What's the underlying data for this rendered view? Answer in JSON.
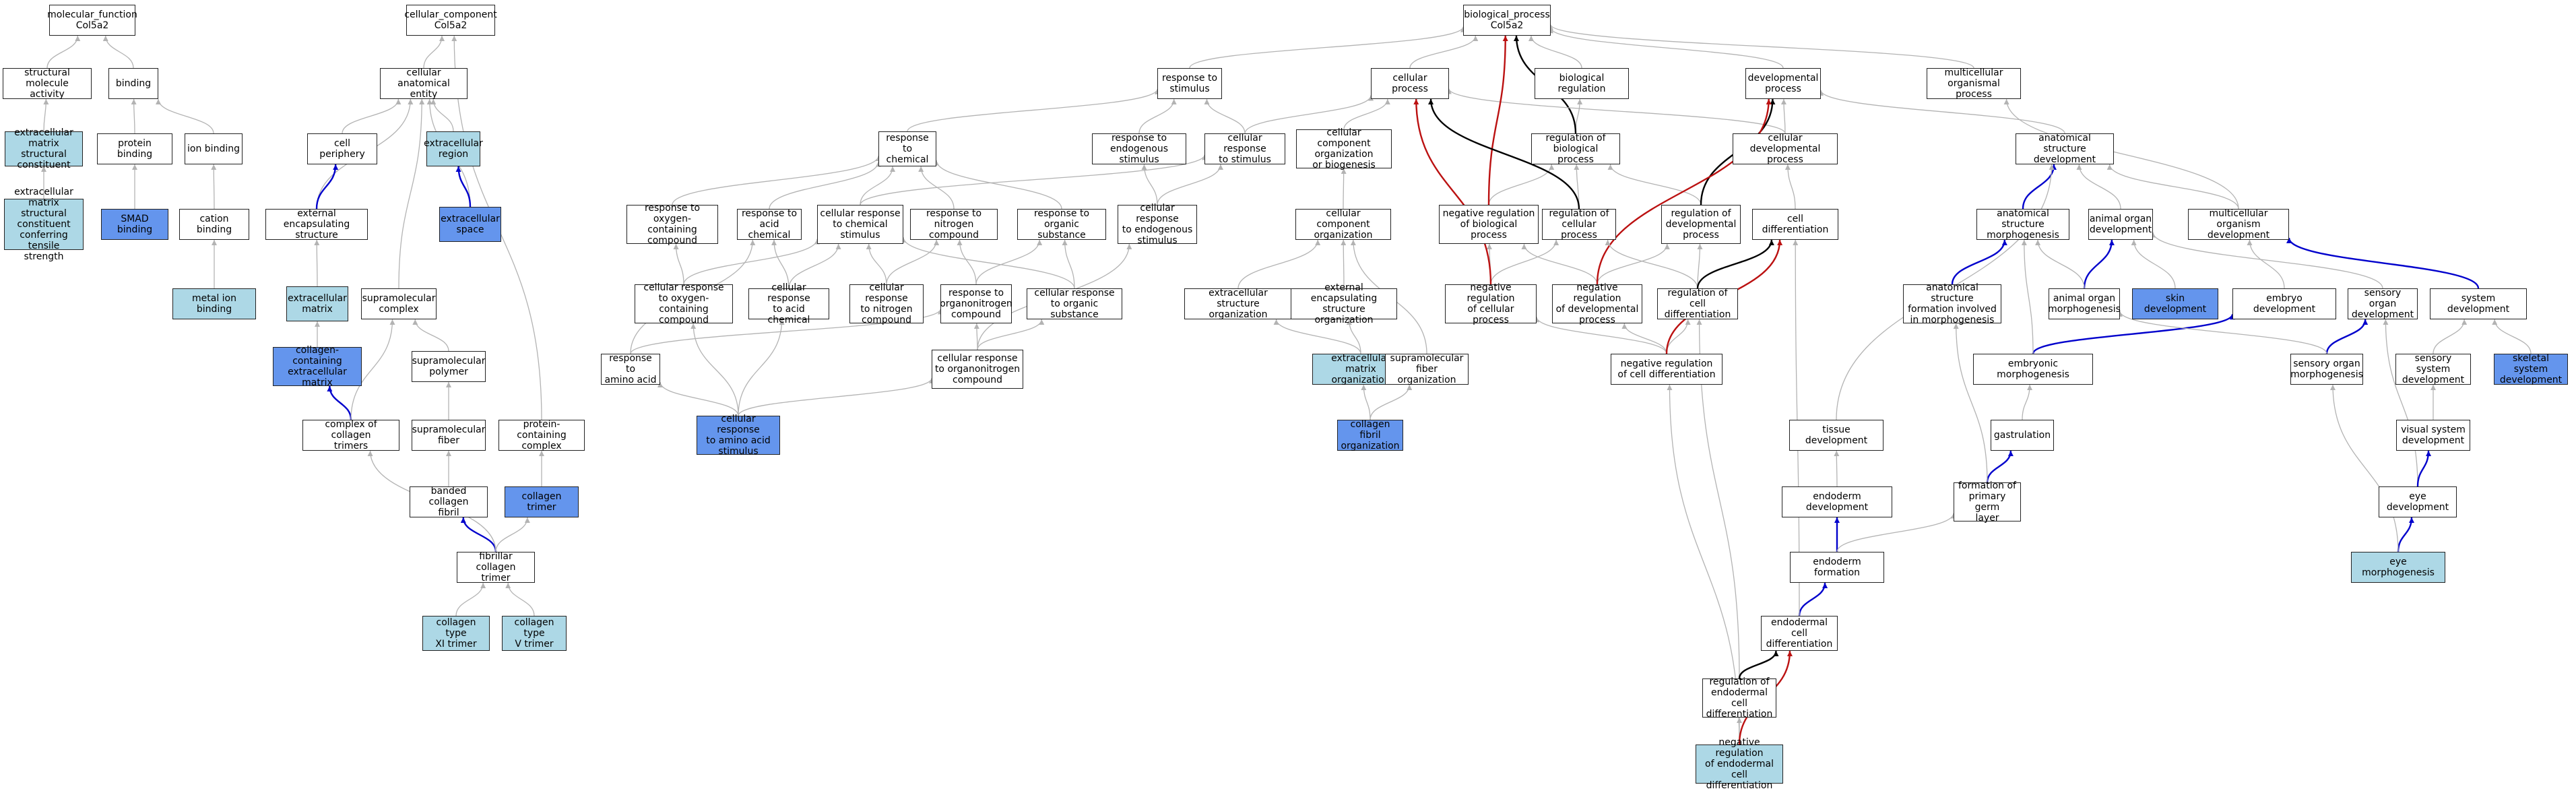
{
  "graph_title": "",
  "colors": {
    "background": "#ffffff",
    "node_border": "#222222",
    "node_default": "#ffffff",
    "node_light": "#add8e6",
    "node_blue": "#6495ed",
    "edge_is_a": "#b3b3b3",
    "edge_part_of": "#0000cc",
    "edge_regulates": "#000000",
    "edge_negatively_regulates": "#bb1111"
  },
  "nodes": [
    {
      "id": "mf",
      "label": "molecular_function\nCol5a2",
      "style": "default"
    },
    {
      "id": "smact",
      "label": "structural molecule\nactivity",
      "style": "default"
    },
    {
      "id": "binding",
      "label": "binding",
      "style": "default"
    },
    {
      "id": "ecmsc",
      "label": "extracellular\nmatrix structural\nconstituent",
      "style": "light"
    },
    {
      "id": "protbind",
      "label": "protein binding",
      "style": "default"
    },
    {
      "id": "ionbind",
      "label": "ion binding",
      "style": "default"
    },
    {
      "id": "ecmscts",
      "label": "extracellular\nmatrix structural\nconstituent\nconferring tensile\nstrength",
      "style": "light"
    },
    {
      "id": "smad",
      "label": "SMAD binding",
      "style": "blue"
    },
    {
      "id": "cationbind",
      "label": "cation binding",
      "style": "default"
    },
    {
      "id": "metalbind",
      "label": "metal ion binding",
      "style": "light"
    },
    {
      "id": "cc",
      "label": "cellular_component\nCol5a2",
      "style": "default"
    },
    {
      "id": "cae",
      "label": "cellular anatomical\nentity",
      "style": "default"
    },
    {
      "id": "cellperiph",
      "label": "cell periphery",
      "style": "default"
    },
    {
      "id": "ecregion",
      "label": "extracellular\nregion",
      "style": "light"
    },
    {
      "id": "ecstruct",
      "label": "external encapsulating\nstructure",
      "style": "default"
    },
    {
      "id": "ecspace",
      "label": "extracellular\nspace",
      "style": "blue"
    },
    {
      "id": "supracomplex",
      "label": "supramolecular\ncomplex",
      "style": "default"
    },
    {
      "id": "ecmatrix",
      "label": "extracellular\nmatrix",
      "style": "light"
    },
    {
      "id": "colcontecm",
      "label": "collagen-containing\nextracellular\nmatrix",
      "style": "blue"
    },
    {
      "id": "suprapoly",
      "label": "supramolecular\npolymer",
      "style": "default"
    },
    {
      "id": "colltrimerscx",
      "label": "complex of collagen\ntrimers",
      "style": "default"
    },
    {
      "id": "suprafiber",
      "label": "supramolecular\nfiber",
      "style": "default"
    },
    {
      "id": "protcomplex",
      "label": "protein-containing\ncomplex",
      "style": "default"
    },
    {
      "id": "bandedcf",
      "label": "banded collagen\nfibril",
      "style": "default"
    },
    {
      "id": "colltrimer",
      "label": "collagen trimer",
      "style": "blue"
    },
    {
      "id": "fibcolltrimer",
      "label": "fibrillar collagen\ntrimer",
      "style": "default"
    },
    {
      "id": "col11",
      "label": "collagen type\nXI trimer",
      "style": "light"
    },
    {
      "id": "col5",
      "label": "collagen type\nV trimer",
      "style": "light"
    },
    {
      "id": "bp",
      "label": "biological_process\nCol5a2",
      "style": "default"
    },
    {
      "id": "resstim",
      "label": "response to\nstimulus",
      "style": "default"
    },
    {
      "id": "cellproc",
      "label": "cellular process",
      "style": "default"
    },
    {
      "id": "bioreg",
      "label": "biological regulation",
      "style": "default"
    },
    {
      "id": "devproc",
      "label": "developmental\nprocess",
      "style": "default"
    },
    {
      "id": "multiproc",
      "label": "multicellular\norganismal process",
      "style": "default"
    },
    {
      "id": "reschem",
      "label": "response to\nchemical",
      "style": "default"
    },
    {
      "id": "resendo",
      "label": "response to\nendogenous stimulus",
      "style": "default"
    },
    {
      "id": "cellresstim",
      "label": "cellular response\nto stimulus",
      "style": "default"
    },
    {
      "id": "ccob",
      "label": "cellular component\norganization\nor biogenesis",
      "style": "default"
    },
    {
      "id": "regbio",
      "label": "regulation of\nbiological process",
      "style": "default"
    },
    {
      "id": "celldevproc",
      "label": "cellular developmental\nprocess",
      "style": "default"
    },
    {
      "id": "asdev",
      "label": "anatomical structure\ndevelopment",
      "style": "default"
    },
    {
      "id": "resoxy",
      "label": "response to\noxygen-containing\ncompound",
      "style": "default"
    },
    {
      "id": "resacid",
      "label": "response to\nacid chemical",
      "style": "default"
    },
    {
      "id": "cellreschem",
      "label": "cellular response\nto chemical\nstimulus",
      "style": "default"
    },
    {
      "id": "resnitro",
      "label": "response to\nnitrogen compound",
      "style": "default"
    },
    {
      "id": "resorg",
      "label": "response to\norganic substance",
      "style": "default"
    },
    {
      "id": "cellresendo",
      "label": "cellular response\nto endogenous\nstimulus",
      "style": "default"
    },
    {
      "id": "cco",
      "label": "cellular component\norganization",
      "style": "default"
    },
    {
      "id": "negregbio",
      "label": "negative regulation\nof biological\nprocess",
      "style": "default"
    },
    {
      "id": "regcell",
      "label": "regulation of\ncellular process",
      "style": "default"
    },
    {
      "id": "regdev",
      "label": "regulation of\ndevelopmental\nprocess",
      "style": "default"
    },
    {
      "id": "celldiff",
      "label": "cell differentiation",
      "style": "default"
    },
    {
      "id": "asmorph",
      "label": "anatomical structure\nmorphogenesis",
      "style": "default"
    },
    {
      "id": "aodev",
      "label": "animal organ\ndevelopment",
      "style": "default"
    },
    {
      "id": "multidev",
      "label": "multicellular\norganism development",
      "style": "default"
    },
    {
      "id": "cellresoxy",
      "label": "cellular response\nto oxygen-containing\ncompound",
      "style": "default"
    },
    {
      "id": "cellresacid",
      "label": "cellular response\nto acid chemical",
      "style": "default"
    },
    {
      "id": "cellresnitro",
      "label": "cellular response\nto nitrogen\ncompound",
      "style": "default"
    },
    {
      "id": "resorgnitro",
      "label": "response to\norganonitrogen\ncompound",
      "style": "default"
    },
    {
      "id": "cellresorg",
      "label": "cellular response\nto organic substance",
      "style": "default"
    },
    {
      "id": "ecso",
      "label": "extracellular\nstructure organization",
      "style": "default"
    },
    {
      "id": "eeso",
      "label": "external encapsulating\nstructure organization",
      "style": "default"
    },
    {
      "id": "negregcell",
      "label": "negative regulation\nof cellular\nprocess",
      "style": "default"
    },
    {
      "id": "negregdev",
      "label": "negative regulation\nof developmental\nprocess",
      "style": "default"
    },
    {
      "id": "regcelldiff",
      "label": "regulation of\ncell differentiation",
      "style": "default"
    },
    {
      "id": "asfim",
      "label": "anatomical structure\nformation involved\nin morphogenesis",
      "style": "default"
    },
    {
      "id": "aomorph",
      "label": "animal organ\nmorphogenesis",
      "style": "default"
    },
    {
      "id": "skindev",
      "label": "skin development",
      "style": "blue"
    },
    {
      "id": "embdev",
      "label": "embryo development",
      "style": "default"
    },
    {
      "id": "sodev",
      "label": "sensory organ\ndevelopment",
      "style": "default"
    },
    {
      "id": "sysdev",
      "label": "system development",
      "style": "default"
    },
    {
      "id": "resamino",
      "label": "response to\namino acid",
      "style": "default"
    },
    {
      "id": "cellresorgnitro",
      "label": "cellular response\nto organonitrogen\ncompound",
      "style": "default"
    },
    {
      "id": "ecmorg",
      "label": "extracellular\nmatrix organization",
      "style": "light"
    },
    {
      "id": "suprafibor",
      "label": "supramolecular\nfiber organization",
      "style": "default"
    },
    {
      "id": "negregcelldiff",
      "label": "negative regulation\nof cell differentiation",
      "style": "default"
    },
    {
      "id": "embmorph",
      "label": "embryonic morphogenesis",
      "style": "default"
    },
    {
      "id": "somorph",
      "label": "sensory organ\nmorphogenesis",
      "style": "default"
    },
    {
      "id": "sensysdev",
      "label": "sensory system\ndevelopment",
      "style": "default"
    },
    {
      "id": "skeldev",
      "label": "skeletal system\ndevelopment",
      "style": "blue"
    },
    {
      "id": "cellresamino",
      "label": "cellular response\nto amino acid\nstimulus",
      "style": "blue"
    },
    {
      "id": "collfibor",
      "label": "collagen fibril\norganization",
      "style": "blue"
    },
    {
      "id": "tissuedev",
      "label": "tissue development",
      "style": "default"
    },
    {
      "id": "gastrulation",
      "label": "gastrulation",
      "style": "default"
    },
    {
      "id": "vissysdev",
      "label": "visual system\ndevelopment",
      "style": "default"
    },
    {
      "id": "endodev",
      "label": "endoderm development",
      "style": "default"
    },
    {
      "id": "fpgl",
      "label": "formation of\nprimary germ\nlayer",
      "style": "default"
    },
    {
      "id": "eyedev",
      "label": "eye development",
      "style": "default"
    },
    {
      "id": "endoform",
      "label": "endoderm formation",
      "style": "default"
    },
    {
      "id": "eyemorph",
      "label": "eye morphogenesis",
      "style": "light"
    },
    {
      "id": "endocelldiff",
      "label": "endodermal cell\ndifferentiation",
      "style": "default"
    },
    {
      "id": "regendo",
      "label": "regulation of\nendodermal cell\ndifferentiation",
      "style": "default"
    },
    {
      "id": "negregendo",
      "label": "negative regulation\nof endodermal\ncell differentiation",
      "style": "light"
    }
  ],
  "edges": [
    [
      "smact",
      "mf",
      "is_a"
    ],
    [
      "binding",
      "mf",
      "is_a"
    ],
    [
      "ecmsc",
      "smact",
      "is_a"
    ],
    [
      "protbind",
      "binding",
      "is_a"
    ],
    [
      "ionbind",
      "binding",
      "is_a"
    ],
    [
      "ecmscts",
      "ecmsc",
      "is_a"
    ],
    [
      "smad",
      "protbind",
      "is_a"
    ],
    [
      "cationbind",
      "ionbind",
      "is_a"
    ],
    [
      "metalbind",
      "cationbind",
      "is_a"
    ],
    [
      "cae",
      "cc",
      "is_a"
    ],
    [
      "protcomplex",
      "cc",
      "is_a"
    ],
    [
      "cellperiph",
      "cae",
      "is_a"
    ],
    [
      "ecregion",
      "cae",
      "is_a"
    ],
    [
      "ecstruct",
      "cae",
      "is_a"
    ],
    [
      "ecspace",
      "cae",
      "is_a"
    ],
    [
      "supracomplex",
      "cae",
      "is_a"
    ],
    [
      "ecstruct",
      "cellperiph",
      "part_of"
    ],
    [
      "ecspace",
      "ecregion",
      "part_of"
    ],
    [
      "ecmatrix",
      "ecstruct",
      "is_a"
    ],
    [
      "colcontecm",
      "ecmatrix",
      "is_a"
    ],
    [
      "colltrimerscx",
      "colcontecm",
      "part_of"
    ],
    [
      "colltrimerscx",
      "supracomplex",
      "is_a"
    ],
    [
      "suprapoly",
      "supracomplex",
      "is_a"
    ],
    [
      "suprafiber",
      "suprapoly",
      "is_a"
    ],
    [
      "bandedcf",
      "suprafiber",
      "is_a"
    ],
    [
      "colltrimer",
      "protcomplex",
      "is_a"
    ],
    [
      "fibcolltrimer",
      "bandedcf",
      "part_of"
    ],
    [
      "fibcolltrimer",
      "colltrimerscx",
      "is_a"
    ],
    [
      "fibcolltrimer",
      "colltrimer",
      "is_a"
    ],
    [
      "col11",
      "fibcolltrimer",
      "is_a"
    ],
    [
      "col5",
      "fibcolltrimer",
      "is_a"
    ],
    [
      "resstim",
      "bp",
      "is_a"
    ],
    [
      "cellproc",
      "bp",
      "is_a"
    ],
    [
      "bioreg",
      "bp",
      "is_a"
    ],
    [
      "devproc",
      "bp",
      "is_a"
    ],
    [
      "multiproc",
      "bp",
      "is_a"
    ],
    [
      "reschem",
      "resstim",
      "is_a"
    ],
    [
      "resendo",
      "resstim",
      "is_a"
    ],
    [
      "cellresstim",
      "resstim",
      "is_a"
    ],
    [
      "cellresstim",
      "cellproc",
      "is_a"
    ],
    [
      "ccob",
      "cellproc",
      "is_a"
    ],
    [
      "regbio",
      "bioreg",
      "is_a"
    ],
    [
      "regbio",
      "bp",
      "regulates"
    ],
    [
      "celldevproc",
      "devproc",
      "is_a"
    ],
    [
      "celldevproc",
      "cellproc",
      "is_a"
    ],
    [
      "asdev",
      "devproc",
      "is_a"
    ],
    [
      "resoxy",
      "reschem",
      "is_a"
    ],
    [
      "resacid",
      "reschem",
      "is_a"
    ],
    [
      "cellreschem",
      "reschem",
      "is_a"
    ],
    [
      "cellreschem",
      "cellresstim",
      "is_a"
    ],
    [
      "resnitro",
      "reschem",
      "is_a"
    ],
    [
      "resorg",
      "reschem",
      "is_a"
    ],
    [
      "cellresendo",
      "resendo",
      "is_a"
    ],
    [
      "cellresendo",
      "cellresstim",
      "is_a"
    ],
    [
      "cco",
      "ccob",
      "is_a"
    ],
    [
      "negregbio",
      "regbio",
      "is_a"
    ],
    [
      "negregbio",
      "bp",
      "negatively_regulates"
    ],
    [
      "regcell",
      "regbio",
      "is_a"
    ],
    [
      "regcell",
      "cellproc",
      "regulates"
    ],
    [
      "regdev",
      "regbio",
      "is_a"
    ],
    [
      "regdev",
      "devproc",
      "regulates"
    ],
    [
      "celldiff",
      "celldevproc",
      "is_a"
    ],
    [
      "asmorph",
      "asdev",
      "part_of"
    ],
    [
      "aodev",
      "asdev",
      "is_a"
    ],
    [
      "multidev",
      "asdev",
      "is_a"
    ],
    [
      "multidev",
      "multiproc",
      "is_a"
    ],
    [
      "cellresoxy",
      "resoxy",
      "is_a"
    ],
    [
      "cellresoxy",
      "cellreschem",
      "is_a"
    ],
    [
      "cellresacid",
      "resacid",
      "is_a"
    ],
    [
      "cellresacid",
      "cellreschem",
      "is_a"
    ],
    [
      "cellresnitro",
      "resnitro",
      "is_a"
    ],
    [
      "cellresnitro",
      "cellreschem",
      "is_a"
    ],
    [
      "resorgnitro",
      "resnitro",
      "is_a"
    ],
    [
      "resorgnitro",
      "resorg",
      "is_a"
    ],
    [
      "cellresorg",
      "resorg",
      "is_a"
    ],
    [
      "cellresorg",
      "cellreschem",
      "is_a"
    ],
    [
      "ecso",
      "cco",
      "is_a"
    ],
    [
      "eeso",
      "cco",
      "is_a"
    ],
    [
      "negregcell",
      "negregbio",
      "is_a"
    ],
    [
      "negregcell",
      "regcell",
      "is_a"
    ],
    [
      "negregcell",
      "cellproc",
      "negatively_regulates"
    ],
    [
      "negregdev",
      "negregbio",
      "is_a"
    ],
    [
      "negregdev",
      "regdev",
      "is_a"
    ],
    [
      "negregdev",
      "devproc",
      "negatively_regulates"
    ],
    [
      "regcelldiff",
      "regcell",
      "is_a"
    ],
    [
      "regcelldiff",
      "regdev",
      "is_a"
    ],
    [
      "regcelldiff",
      "celldiff",
      "regulates"
    ],
    [
      "asfim",
      "asmorph",
      "part_of"
    ],
    [
      "aomorph",
      "aodev",
      "part_of"
    ],
    [
      "aomorph",
      "asmorph",
      "is_a"
    ],
    [
      "skindev",
      "aodev",
      "is_a"
    ],
    [
      "embdev",
      "multidev",
      "is_a"
    ],
    [
      "sodev",
      "aodev",
      "is_a"
    ],
    [
      "sysdev",
      "multidev",
      "part_of"
    ],
    [
      "resamino",
      "resacid",
      "is_a"
    ],
    [
      "resamino",
      "resorgnitro",
      "is_a"
    ],
    [
      "cellresorgnitro",
      "resorgnitro",
      "is_a"
    ],
    [
      "cellresorgnitro",
      "cellresorg",
      "is_a"
    ],
    [
      "cellresorgnitro",
      "cellresendo",
      "is_a"
    ],
    [
      "ecmorg",
      "ecso",
      "is_a"
    ],
    [
      "ecmorg",
      "eeso",
      "is_a"
    ],
    [
      "suprafibor",
      "cco",
      "is_a"
    ],
    [
      "negregcelldiff",
      "negregcell",
      "is_a"
    ],
    [
      "negregcelldiff",
      "negregdev",
      "is_a"
    ],
    [
      "negregcelldiff",
      "regcelldiff",
      "is_a"
    ],
    [
      "negregcelldiff",
      "celldiff",
      "negatively_regulates"
    ],
    [
      "embmorph",
      "embdev",
      "part_of"
    ],
    [
      "embmorph",
      "asmorph",
      "is_a"
    ],
    [
      "somorph",
      "sodev",
      "part_of"
    ],
    [
      "somorph",
      "aomorph",
      "is_a"
    ],
    [
      "sensysdev",
      "sysdev",
      "is_a"
    ],
    [
      "skeldev",
      "sysdev",
      "is_a"
    ],
    [
      "cellresamino",
      "resamino",
      "is_a"
    ],
    [
      "cellresamino",
      "cellresorgnitro",
      "is_a"
    ],
    [
      "cellresamino",
      "cellresacid",
      "is_a"
    ],
    [
      "cellresamino",
      "cellresoxy",
      "is_a"
    ],
    [
      "collfibor",
      "ecmorg",
      "is_a"
    ],
    [
      "collfibor",
      "suprafibor",
      "is_a"
    ],
    [
      "tissuedev",
      "asdev",
      "is_a"
    ],
    [
      "gastrulation",
      "embmorph",
      "is_a"
    ],
    [
      "vissysdev",
      "sensysdev",
      "is_a"
    ],
    [
      "endodev",
      "tissuedev",
      "is_a"
    ],
    [
      "fpgl",
      "gastrulation",
      "part_of"
    ],
    [
      "fpgl",
      "asfim",
      "is_a"
    ],
    [
      "eyedev",
      "sodev",
      "is_a"
    ],
    [
      "eyedev",
      "vissysdev",
      "part_of"
    ],
    [
      "endoform",
      "endodev",
      "part_of"
    ],
    [
      "endoform",
      "fpgl",
      "is_a"
    ],
    [
      "eyemorph",
      "eyedev",
      "part_of"
    ],
    [
      "eyemorph",
      "somorph",
      "is_a"
    ],
    [
      "endocelldiff",
      "endoform",
      "part_of"
    ],
    [
      "endocelldiff",
      "celldiff",
      "is_a"
    ],
    [
      "regendo",
      "regcelldiff",
      "is_a"
    ],
    [
      "regendo",
      "endocelldiff",
      "regulates"
    ],
    [
      "negregendo",
      "regendo",
      "is_a"
    ],
    [
      "negregendo",
      "negregcelldiff",
      "is_a"
    ],
    [
      "negregendo",
      "endocelldiff",
      "negatively_regulates"
    ]
  ]
}
